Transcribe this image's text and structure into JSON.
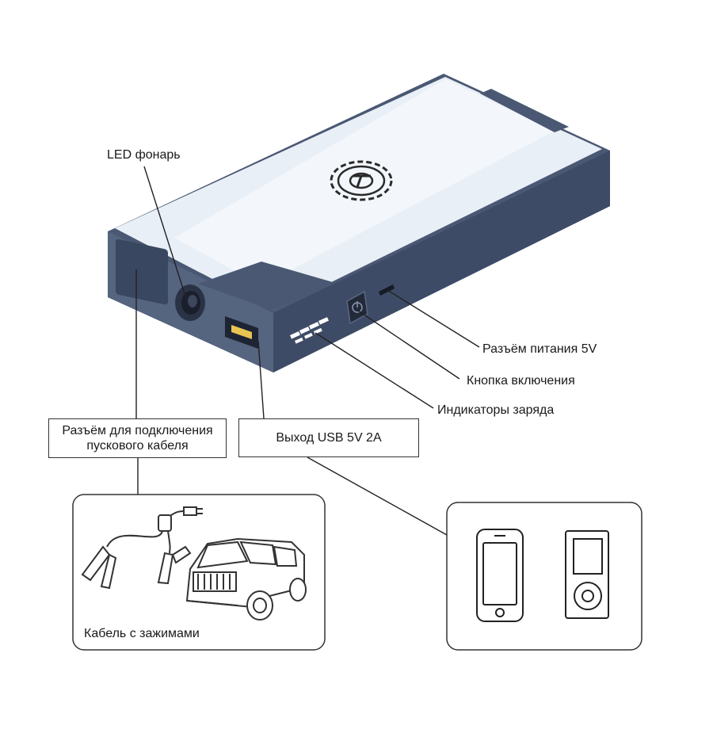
{
  "labels": {
    "led_flashlight": "LED фонарь",
    "power_connector": "Разъём питания 5V",
    "power_button": "Кнопка включения",
    "charge_indicators": "Индикаторы заряда",
    "start_cable_connector_line1": "Разъём для подключения",
    "start_cable_connector_line2": "пускового кабеля",
    "usb_output": "Выход USB 5V 2A",
    "clamp_cable": "Кабель с зажимами"
  },
  "colors": {
    "device_body": "#4a5873",
    "device_body_dark": "#394660",
    "device_top": "#e9eff6",
    "device_top_highlight": "#f6f9fc",
    "line": "#222222"
  },
  "icons": [
    "gear-logo-icon",
    "jump-clamp-cable-icon",
    "suv-car-icon",
    "smartphone-icon",
    "media-player-icon"
  ]
}
